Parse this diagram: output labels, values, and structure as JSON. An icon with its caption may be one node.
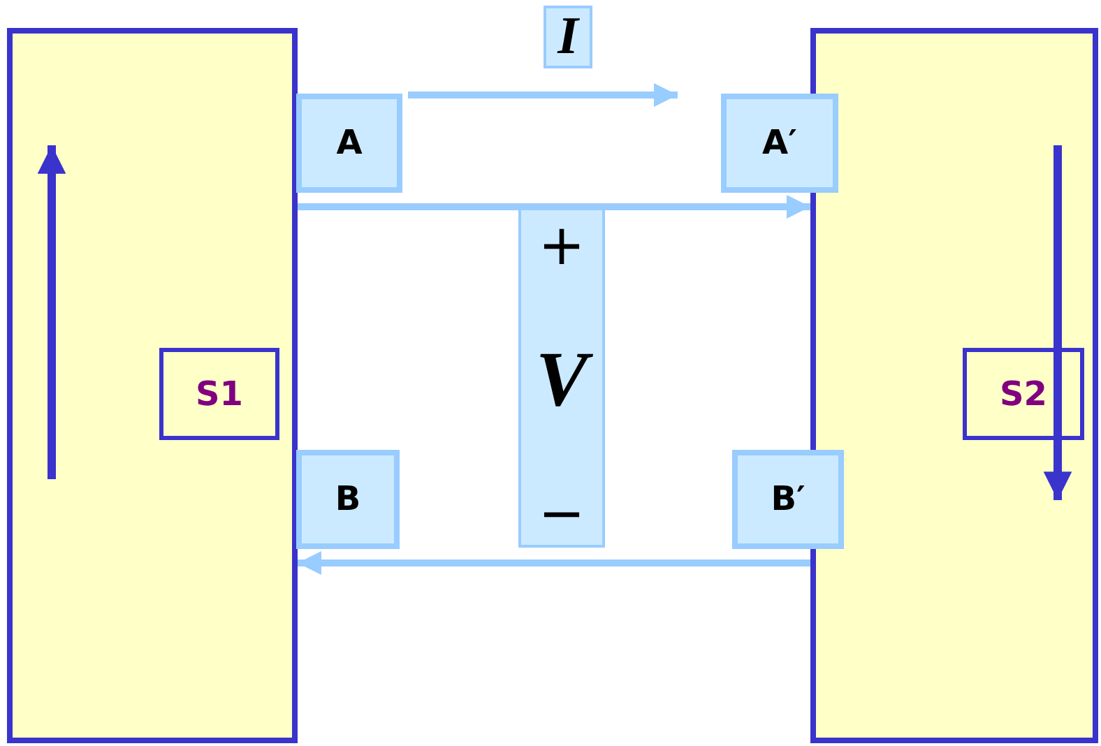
{
  "diagram": {
    "nodes": [
      {
        "text": [],
        "shape": "box"
      },
      {
        "text": [
          "S1"
        ],
        "in": 0
      },
      {
        "text": [],
        "shape": "box"
      },
      {
        "text": [
          "S2"
        ],
        "in": 2
      },
      {
        "text": [
          "A"
        ]
      },
      {
        "text": [
          "A′"
        ]
      },
      {
        "text": [
          "B"
        ]
      },
      {
        "text": [
          "B′"
        ]
      },
      {
        "text": [
          "+",
          "V",
          "−"
        ]
      },
      {
        "text": [
          "I"
        ]
      }
    ],
    "edges": [
      {
        "from": 0,
        "to": 2,
        "arrow": "to"
      },
      {
        "from": 2,
        "to": 0,
        "arrow": "to"
      },
      {
        "from": 4,
        "to": 5,
        "arrow": "to"
      }
    ]
  }
}
